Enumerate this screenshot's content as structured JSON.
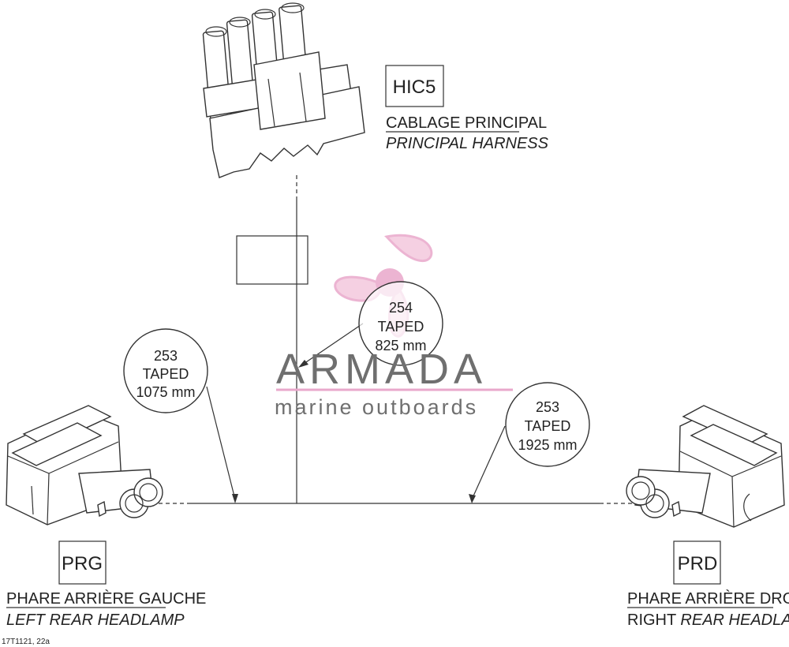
{
  "connectors": {
    "top": {
      "code": "HIC5",
      "name_fr": "CABLAGE PRINCIPAL",
      "name_en": "PRINCIPAL HARNESS"
    },
    "left": {
      "code": "PRG",
      "name_fr": "PHARE ARRIÈRE GAUCHE",
      "name_en": "LEFT REAR HEADLAMP"
    },
    "right": {
      "code": "PRD",
      "name_fr": "PHARE ARRIÈRE DROIT",
      "name_en_prefix": "RIGHT ",
      "name_en_italic": "REAR HEADLAMP"
    }
  },
  "callouts": {
    "left": {
      "num": "253",
      "type": "TAPED",
      "length": "1075 mm"
    },
    "center": {
      "num": "254",
      "type": "TAPED",
      "length": "825 mm"
    },
    "right": {
      "num": "253",
      "type": "TAPED",
      "length": "1925 mm"
    }
  },
  "watermark": {
    "title": "ARMADA",
    "subtitle": "marine outboards",
    "accent_color": "#e9a8cb"
  },
  "figure_id": "17T1121, 22a"
}
